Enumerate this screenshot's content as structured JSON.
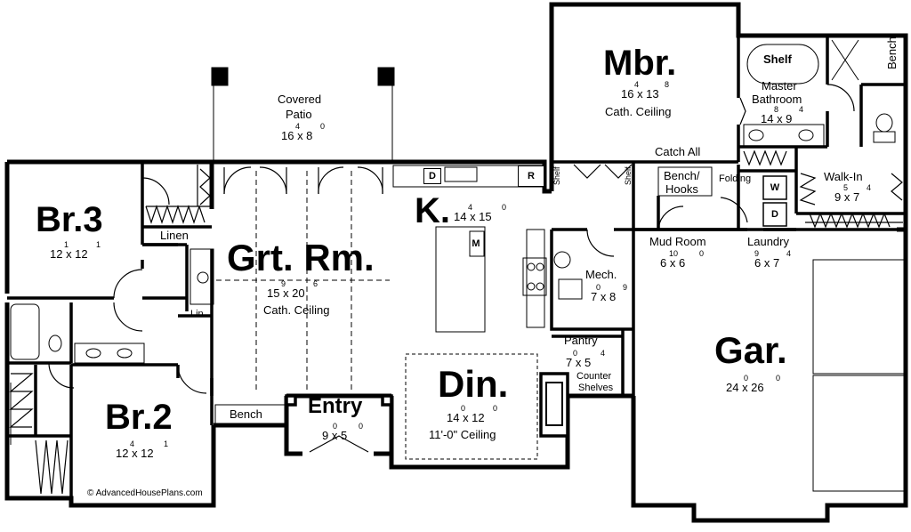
{
  "rooms": {
    "mbr": {
      "name": "Mbr.",
      "dim": "16 x 13",
      "sup_a": "4",
      "sup_b": "8",
      "note": "Cath. Ceiling"
    },
    "master_bath": {
      "name_line1": "Master",
      "name_line2": "Bathroom",
      "dim": "14 x 9",
      "sup_a": "8",
      "sup_b": "4"
    },
    "shelf_bath": "Shelf",
    "bench_top": "Bench",
    "walk_in": {
      "name": "Walk-In",
      "dim": "9 x 7",
      "sup_a": "5",
      "sup_b": "4"
    },
    "covered_patio": {
      "name_line1": "Covered",
      "name_line2": "Patio",
      "dim": "16 x 8",
      "sup_a": "4",
      "sup_b": "0"
    },
    "br3": {
      "name": "Br.3",
      "dim": "12 x 12",
      "sup_a": "1",
      "sup_b": "1"
    },
    "linen": "Linen",
    "lin": "Lin.",
    "grt_rm": {
      "name": "Grt. Rm.",
      "dim": "15 x 20",
      "sup_a": "9",
      "sup_b": "6",
      "note": "Cath. Ceiling"
    },
    "kitchen": {
      "name": "K.",
      "dim": "14 x 15",
      "sup_a": "4",
      "sup_b": "0"
    },
    "catch_all": "Catch All",
    "bench_hooks": {
      "line1": "Bench/",
      "line2": "Hooks"
    },
    "folding": "Folding",
    "shelf_small": "Shelf",
    "mud_room": {
      "name": "Mud Room",
      "dim": "6 x 6",
      "sup_a": "10",
      "sup_b": "0"
    },
    "laundry": {
      "name": "Laundry",
      "dim": "6 x 7",
      "sup_a": "9",
      "sup_b": "4"
    },
    "mech": {
      "name": "Mech.",
      "dim": "7 x 8",
      "sup_a": "0",
      "sup_b": "9"
    },
    "pantry": {
      "name": "Pantry",
      "dim": "7 x 5",
      "sup_a": "0",
      "sup_b": "4"
    },
    "counter_shelves": {
      "line1": "Counter",
      "line2": "Shelves"
    },
    "garage": {
      "name": "Gar.",
      "dim": "24 x 26",
      "sup_a": "0",
      "sup_b": "0"
    },
    "dining": {
      "name": "Din.",
      "dim": "14 x 12",
      "sup_a": "0",
      "sup_b": "0",
      "note": "11'-0\" Ceiling"
    },
    "entry": {
      "name": "Entry",
      "dim": "9 x 5",
      "sup_a": "0",
      "sup_b": "0"
    },
    "bench_entry": "Bench",
    "br2": {
      "name": "Br.2",
      "dim": "12 x 12",
      "sup_a": "4",
      "sup_b": "1"
    }
  },
  "appliances": {
    "d_kitchen": "D",
    "r": "R",
    "m": "M",
    "w": "W",
    "d_laundry": "D"
  },
  "copyright": "AdvancedHousePlans.com"
}
